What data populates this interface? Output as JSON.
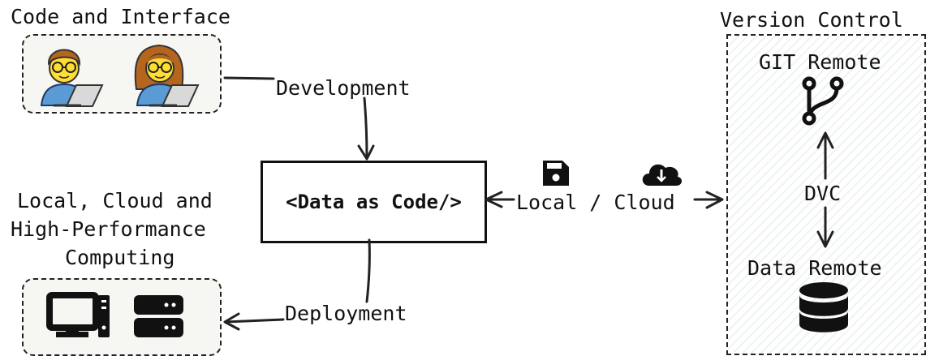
{
  "code_interface": {
    "title": "Code and Interface",
    "icons": [
      "man-technologist-icon",
      "woman-technologist-icon"
    ]
  },
  "compute": {
    "title_lines": [
      "Local, Cloud and",
      "High-Performance",
      "Computing"
    ],
    "icons": [
      "desktop-computer-icon",
      "server-icon"
    ]
  },
  "center": {
    "label": "<Data as Code/>"
  },
  "edges": {
    "development": "Development",
    "deployment": "Deployment",
    "local_cloud": "Local / Cloud"
  },
  "storage_icons": [
    "floppy-disk-icon",
    "cloud-download-icon"
  ],
  "version_control": {
    "title": "Version Control",
    "git_remote": "GIT Remote",
    "dvc": "DVC",
    "data_remote": "Data Remote",
    "icons": [
      "git-branch-icon",
      "database-icon"
    ]
  }
}
